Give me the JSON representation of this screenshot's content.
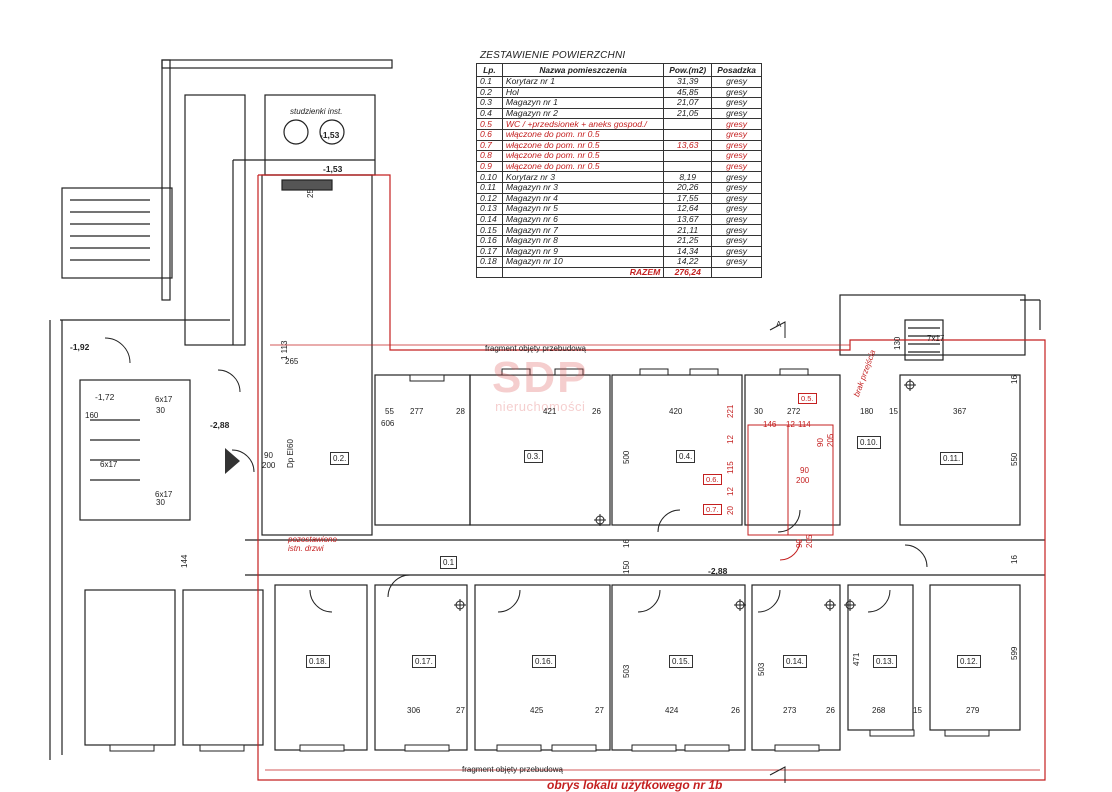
{
  "table": {
    "title": "ZESTAWIENIE POWIERZCHNI",
    "headers": {
      "lp": "Lp.",
      "name": "Nazwa pomieszczenia",
      "area": "Pow.(m2)",
      "floor": "Posadzka"
    },
    "rows": [
      {
        "lp": "0.1",
        "name": "Korytarz nr 1",
        "area": "31,39",
        "floor": "gresy"
      },
      {
        "lp": "0.2",
        "name": "Hol",
        "area": "45,85",
        "floor": "gresy"
      },
      {
        "lp": "0.3",
        "name": "Magazyn nr 1",
        "area": "21,07",
        "floor": "gresy"
      },
      {
        "lp": "0.4",
        "name": "Magazyn nr 2",
        "area": "21,05",
        "floor": "gresy"
      },
      {
        "lp": "0.5",
        "name": "WC / +przedsionek + aneks gospod./",
        "area": "",
        "floor": "gresy",
        "red": true
      },
      {
        "lp": "0.6",
        "name": "włączone do pom. nr 0.5",
        "area": "",
        "floor": "gresy",
        "red": true
      },
      {
        "lp": "0.7",
        "name": "włączone do pom. nr 0.5",
        "area": "13,63",
        "floor": "gresy",
        "red": true
      },
      {
        "lp": "0.8",
        "name": "włączone do pom. nr 0.5",
        "area": "",
        "floor": "gresy",
        "red": true
      },
      {
        "lp": "0.9",
        "name": "włączone do pom. nr 0.5",
        "area": "",
        "floor": "gresy",
        "red": true
      },
      {
        "lp": "0.10",
        "name": "Korytarz nr 3",
        "area": "8,19",
        "floor": "gresy"
      },
      {
        "lp": "0.11",
        "name": "Magazyn nr 3",
        "area": "20,26",
        "floor": "gresy"
      },
      {
        "lp": "0.12",
        "name": "Magazyn nr 4",
        "area": "17,55",
        "floor": "gresy"
      },
      {
        "lp": "0.13",
        "name": "Magazyn nr 5",
        "area": "12,64",
        "floor": "gresy"
      },
      {
        "lp": "0.14",
        "name": "Magazyn nr 6",
        "area": "13,67",
        "floor": "gresy"
      },
      {
        "lp": "0.15",
        "name": "Magazyn nr 7",
        "area": "21,11",
        "floor": "gresy"
      },
      {
        "lp": "0.16",
        "name": "Magazyn nr 8",
        "area": "21,25",
        "floor": "gresy"
      },
      {
        "lp": "0.17",
        "name": "Magazyn nr 9",
        "area": "14,34",
        "floor": "gresy"
      },
      {
        "lp": "0.18",
        "name": "Magazyn nr 10",
        "area": "14,22",
        "floor": "gresy"
      }
    ],
    "total_label": "RAZEM",
    "total_value": "276,24"
  },
  "room_labels": [
    "0.1",
    "0.2.",
    "0.3.",
    "0.4.",
    "0.5.",
    "0.6.",
    "0.7.",
    "0.10.",
    "0.11.",
    "0.12.",
    "0.13.",
    "0.14.",
    "0.15.",
    "0.16.",
    "0.17.",
    "0.18."
  ],
  "levels": {
    "shaft": "-1,53",
    "corridor_top": "-1,53",
    "entrance": "-1,92",
    "stair": "-1,72",
    "hall": "-2,88",
    "main": "-2,88"
  },
  "notes": {
    "studzienki": "studzienki inst.",
    "fragment_top": "fragment objęty przebudową",
    "fragment_bottom": "fragment objęty przebudową",
    "pozostawiono": "pozostawiono istn. drzwi",
    "brak_przejscia": "brak przejścia",
    "outline": "obrys lokalu użytkowego nr 1b",
    "stair_steps_1": "6x17",
    "stair_steps_2": "6x17",
    "stair_steps_3": "6x17",
    "stair_steps_4": "7x17",
    "section_mark": "A",
    "door_label": "Dp EI60"
  },
  "dimensions": {
    "top_row": [
      "55",
      "277",
      "28",
      "606",
      "421",
      "26",
      "420",
      "30",
      "272",
      "180",
      "15",
      "367"
    ],
    "bottom_row": [
      "306",
      "27",
      "425",
      "27",
      "424",
      "26",
      "273",
      "26",
      "268",
      "15",
      "279"
    ],
    "vertical": [
      "1 113",
      "265",
      "25",
      "500",
      "550",
      "16",
      "503",
      "503",
      "471",
      "599",
      "144",
      "150",
      "16",
      "130",
      "221",
      "12",
      "115",
      "12",
      "20",
      "16",
      "160",
      "30",
      "30"
    ],
    "wc": [
      "146",
      "12",
      "114",
      "90",
      "200",
      "90",
      "205",
      "90",
      "205",
      "90",
      "200"
    ]
  },
  "watermark": {
    "big": "SDP",
    "small": "nieruchomości"
  }
}
